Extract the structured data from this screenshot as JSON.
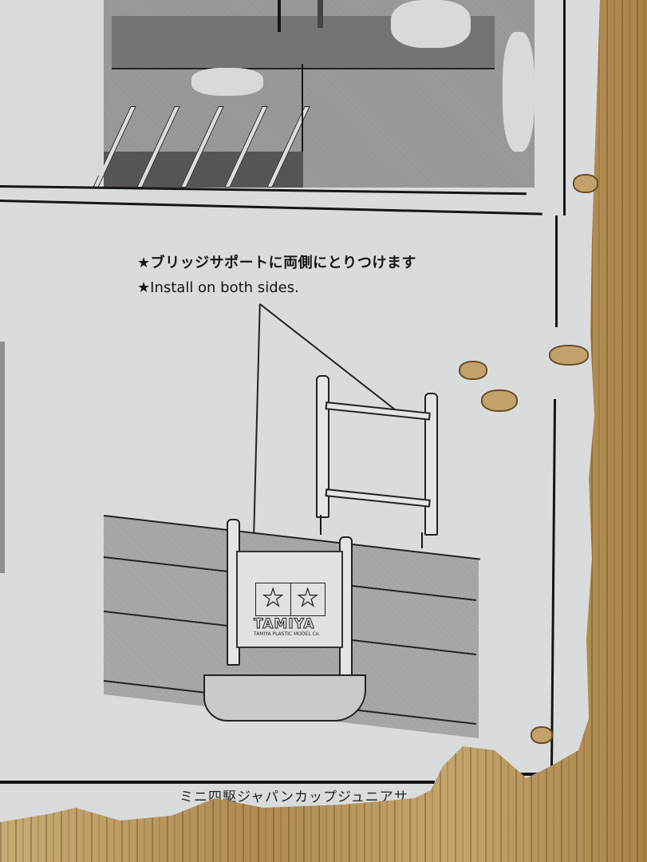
{
  "photo": {
    "subject": "Worn printed assembly instruction sheet pasted on wood",
    "colors": {
      "paper": "#d9dcdd",
      "ink": "#151515",
      "halftone_gray": "#9a9d9e",
      "wood": "#b99a64"
    }
  },
  "instruction": {
    "japanese": "★ブリッジサポートに両側にとりつけます",
    "english": "★Install on both sides."
  },
  "sign": {
    "logo_stars": [
      "★",
      "★"
    ],
    "logo_text": "TAMIYA",
    "logo_subtext": "TAMIYA PLASTIC MODEL Co."
  },
  "footer": {
    "text": "ミニ四駆ジャパンカップジュニアサ"
  }
}
